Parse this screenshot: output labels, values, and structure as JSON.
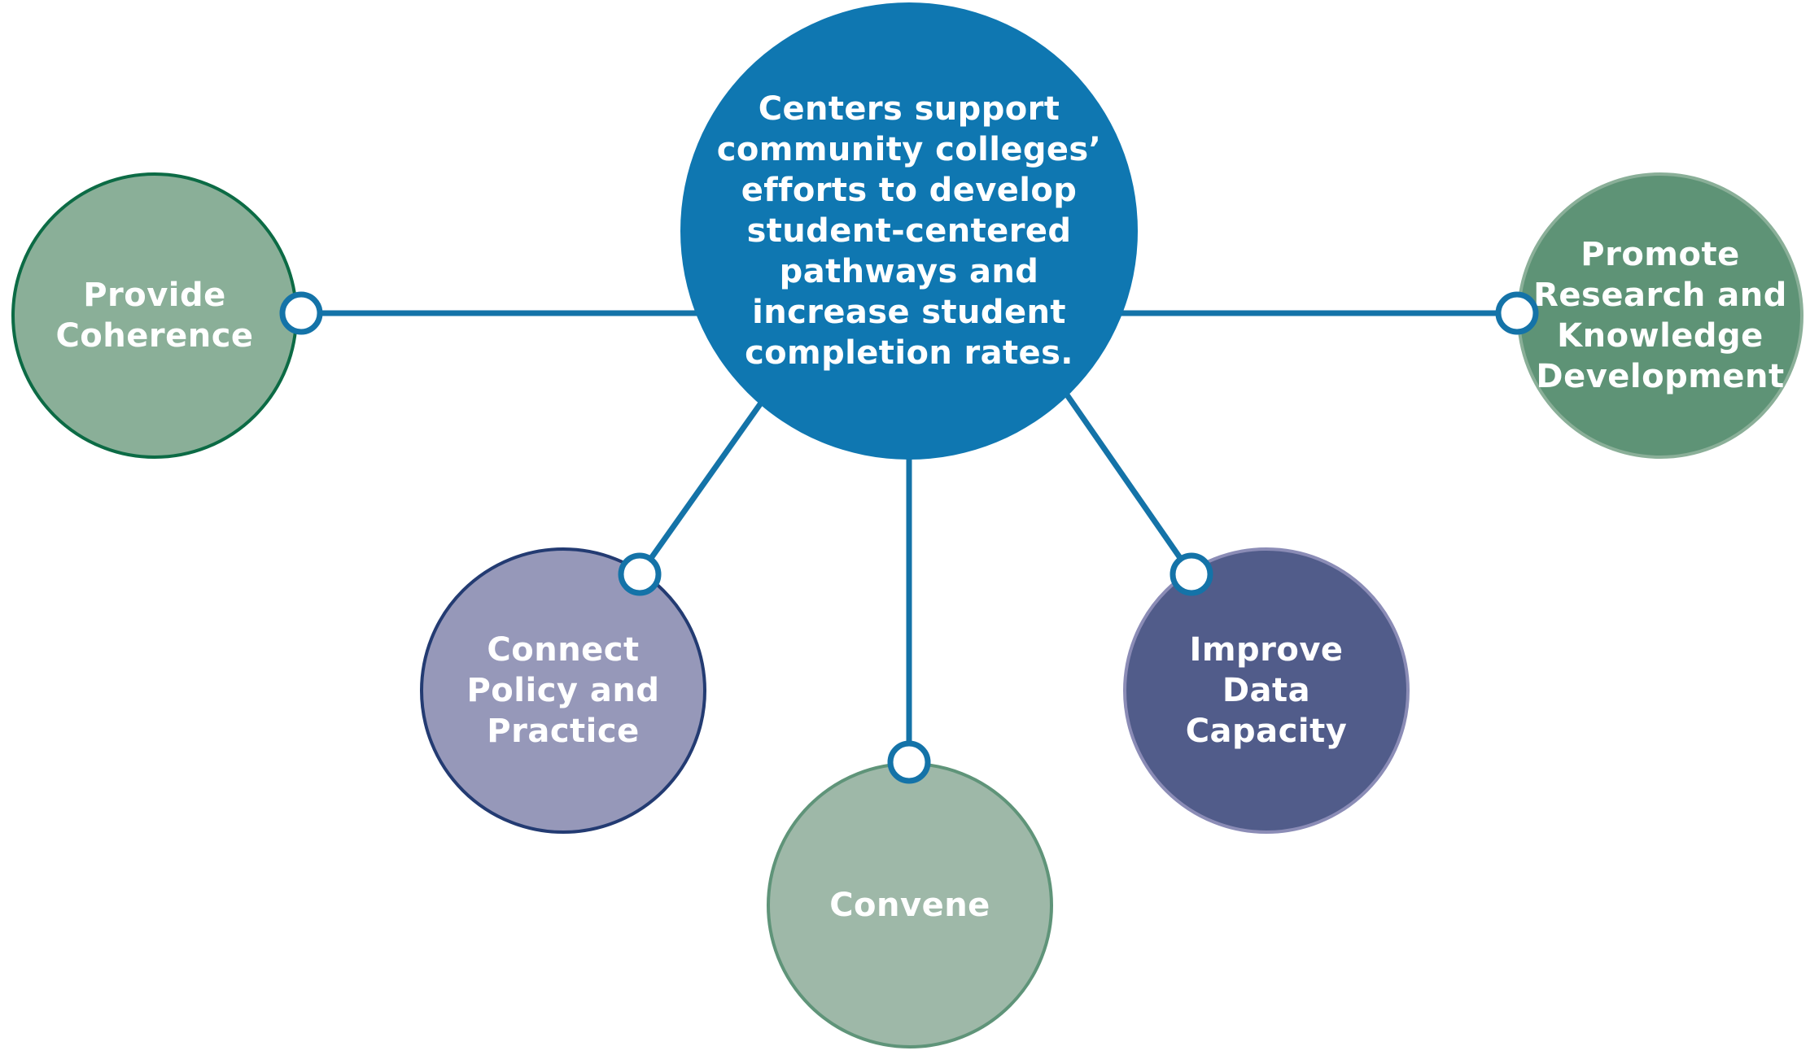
{
  "center": {
    "text": "Centers support\ncommunity colleges’\nefforts to develop\nstudent-centered\npathways and\nincrease student\ncompletion rates."
  },
  "nodes": [
    {
      "text": "Provide\nCoherence"
    },
    {
      "text": "Connect\nPolicy and\nPractice"
    },
    {
      "text": "Convene"
    },
    {
      "text": "Improve\nData\nCapacity"
    },
    {
      "text": "Promote\nResearch and\nKnowledge\nDevelopment"
    }
  ],
  "colors": {
    "hub": "#0f77b1",
    "connector": "#1473a8",
    "connector_dot_fill": "#ffffff",
    "provide_fill": "#8aaf98",
    "provide_border": "#0c6b45",
    "connect_fill": "#9698b9",
    "connect_border": "#233b72",
    "convene_fill": "#9eb8a8",
    "convene_border": "#5f9479",
    "improve_fill": "#515c8a",
    "improve_border": "#8b8cb6",
    "promote_fill": "#5e9376",
    "promote_border": "#8aaf98"
  }
}
